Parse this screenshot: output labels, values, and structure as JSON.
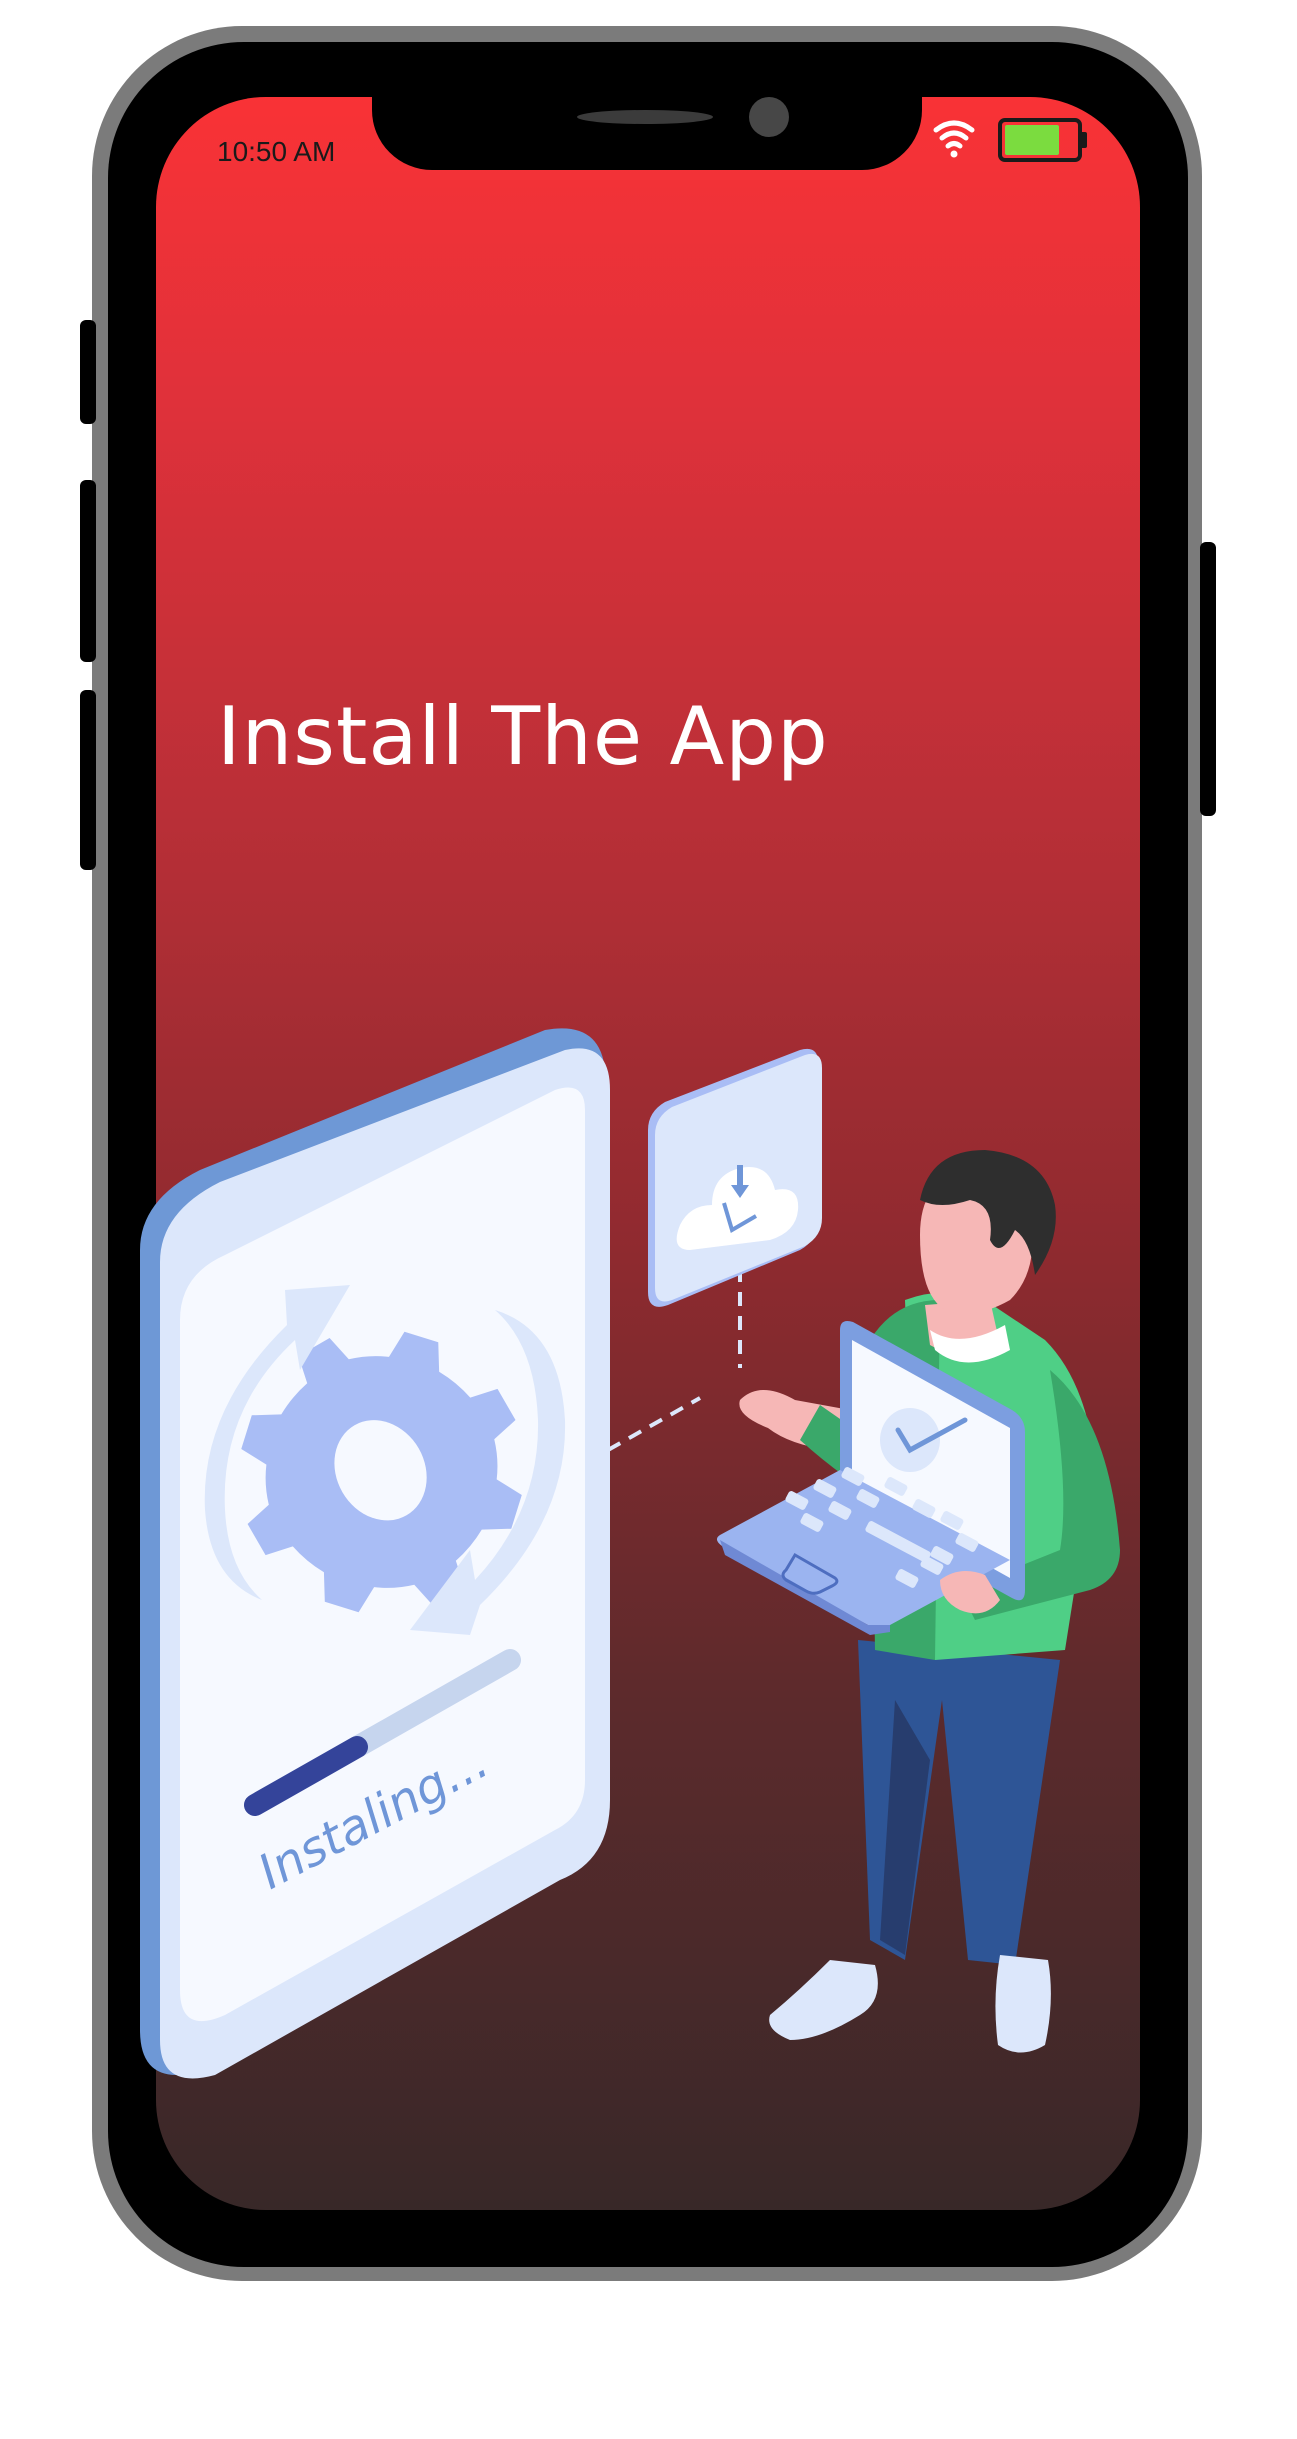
{
  "status_bar": {
    "time": "10:50 AM",
    "wifi_icon": "wifi-icon",
    "battery_icon": "battery-icon",
    "battery_color": "#7bdc3f"
  },
  "screen": {
    "title": "Install The App"
  },
  "illustration": {
    "progress_label": "Instaling...",
    "progress": 0.4,
    "accent": "#6f96d8"
  }
}
